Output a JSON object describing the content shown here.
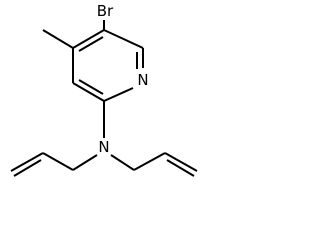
{
  "molecule": {
    "atoms": {
      "bromine": "Br",
      "ring_nitrogen": "N",
      "amine_nitrogen": "N"
    },
    "colors": {
      "bond": "#000000",
      "label": "#000000",
      "background": "#ffffff"
    }
  }
}
